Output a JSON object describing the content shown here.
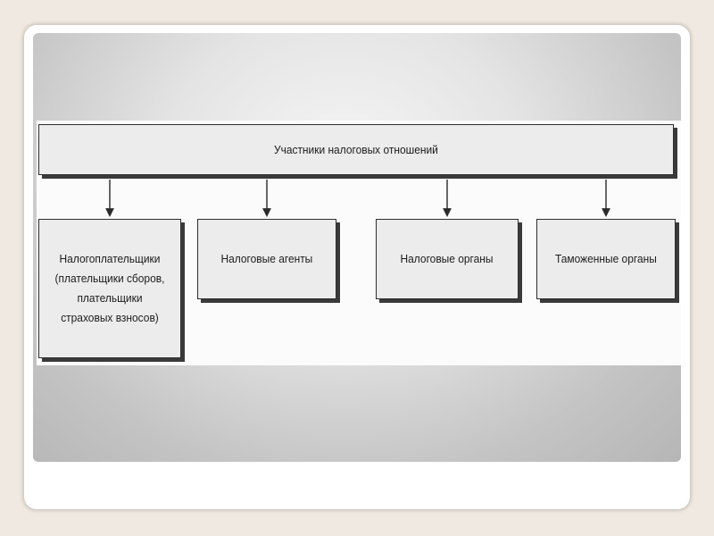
{
  "diagram": {
    "root": {
      "label": "Участники налоговых отношений"
    },
    "children": [
      {
        "label": "Налогоплательщики (плательщики сборов, плательщики страховых взносов)"
      },
      {
        "label": "Налоговые агенты"
      },
      {
        "label": "Налоговые органы"
      },
      {
        "label": "Таможенные органы"
      }
    ],
    "edges": [
      {
        "from": "root",
        "to": "children.0"
      },
      {
        "from": "root",
        "to": "children.1"
      },
      {
        "from": "root",
        "to": "children.2"
      },
      {
        "from": "root",
        "to": "children.3"
      }
    ]
  }
}
